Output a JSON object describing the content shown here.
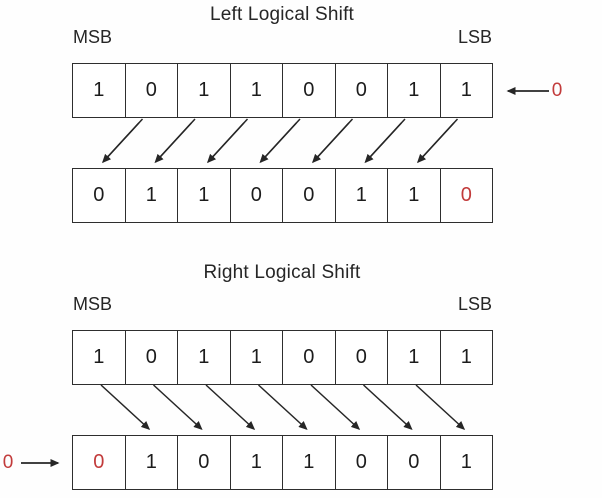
{
  "colors": {
    "red": "#c23b3b",
    "line": "#262626"
  },
  "sections": [
    {
      "title": "Left Logical Shift",
      "msb_label": "MSB",
      "lsb_label": "LSB",
      "shift_direction": "left",
      "source_bits": [
        "1",
        "0",
        "1",
        "1",
        "0",
        "0",
        "1",
        "1"
      ],
      "result_bits": [
        "0",
        "1",
        "1",
        "0",
        "0",
        "1",
        "1",
        "0"
      ],
      "result_red_index": 7,
      "carry_in_value": "0",
      "carry_in_side": "right"
    },
    {
      "title": "Right Logical Shift",
      "msb_label": "MSB",
      "lsb_label": "LSB",
      "shift_direction": "right",
      "source_bits": [
        "1",
        "0",
        "1",
        "1",
        "0",
        "0",
        "1",
        "1"
      ],
      "result_bits": [
        "0",
        "1",
        "0",
        "1",
        "1",
        "0",
        "0",
        "1"
      ],
      "result_red_index": 0,
      "carry_in_value": "0",
      "carry_in_side": "left"
    }
  ]
}
